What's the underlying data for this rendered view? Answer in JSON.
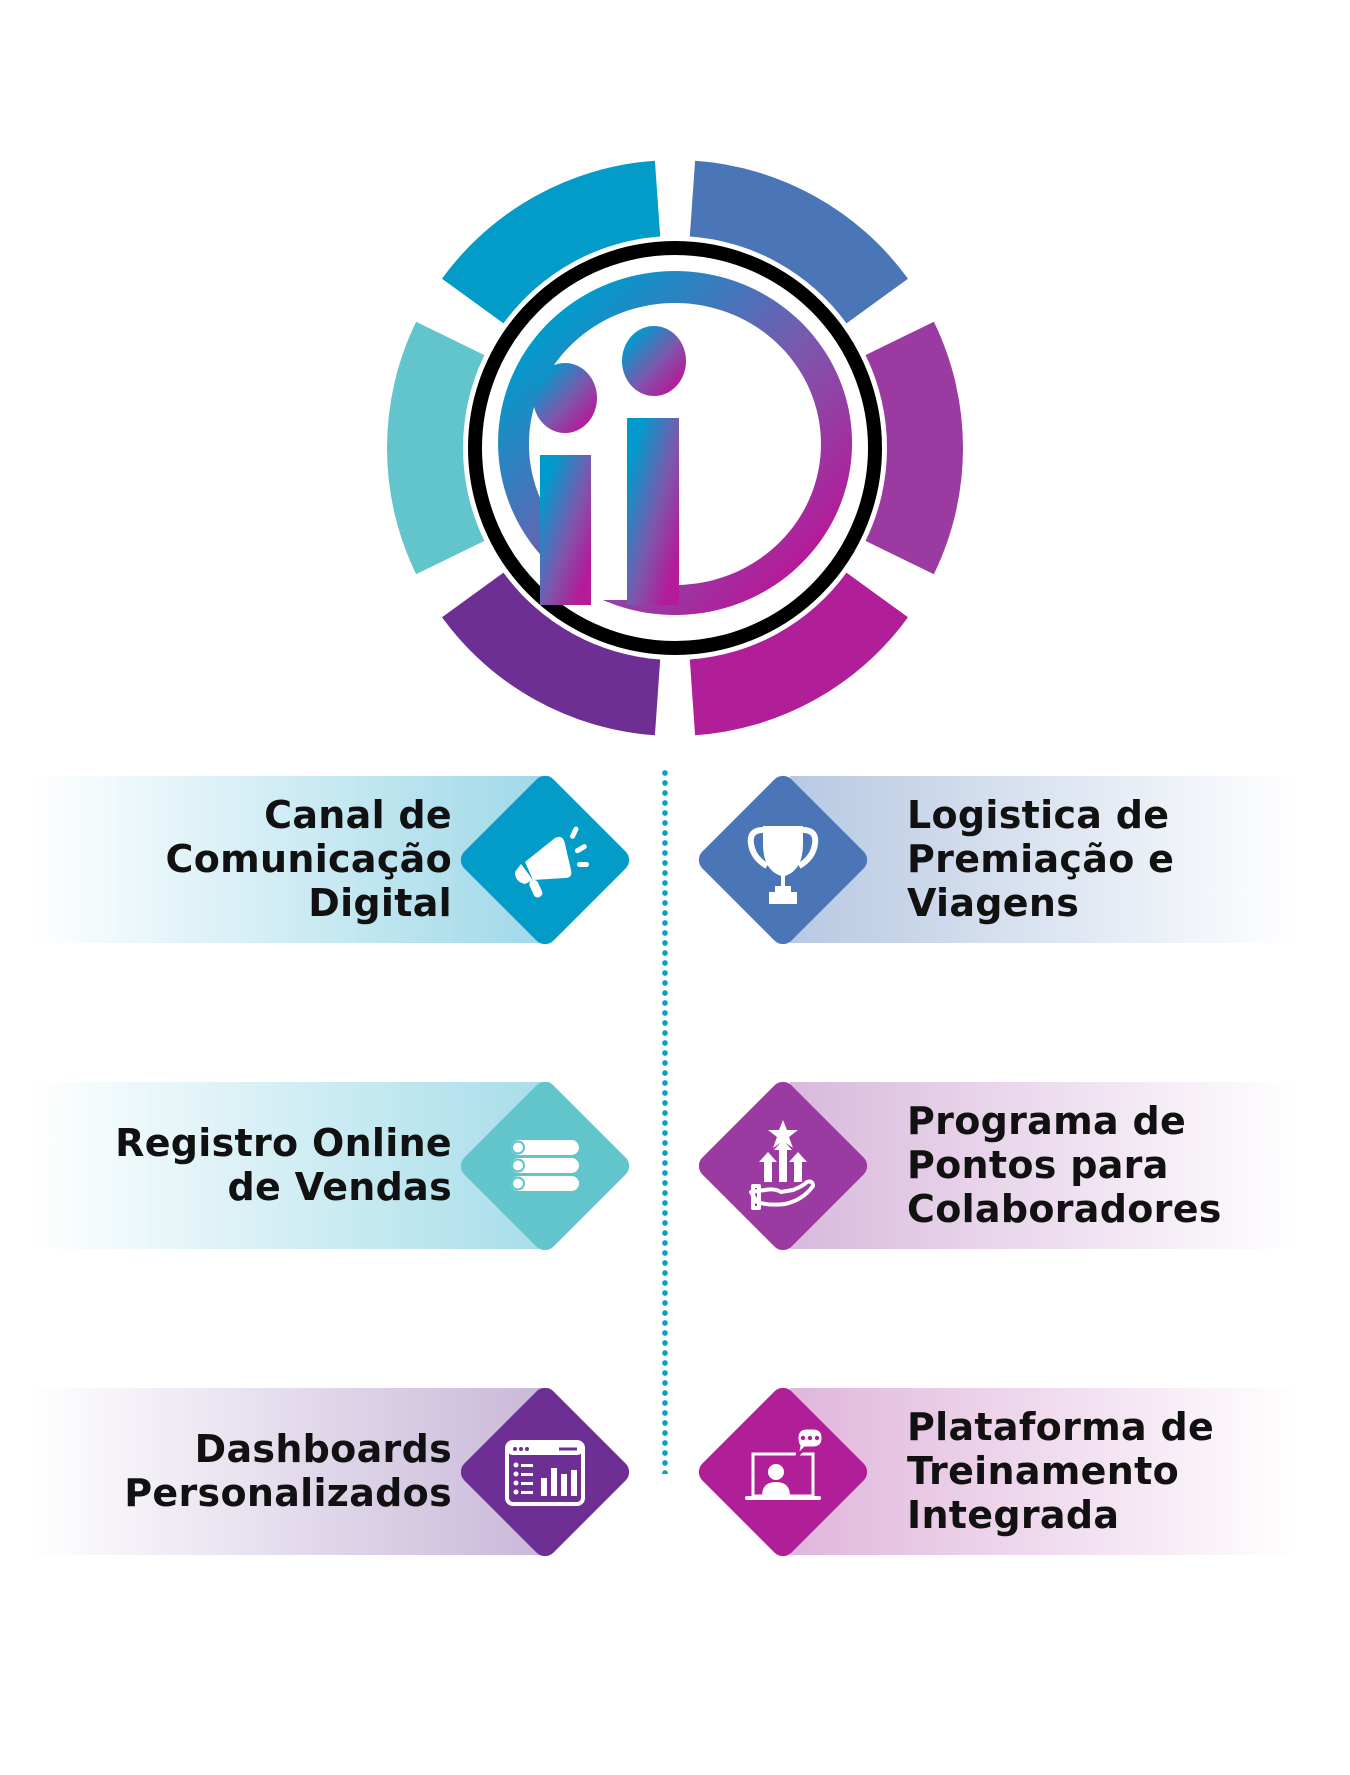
{
  "logo": {
    "name": "ii-logo",
    "segment_colors": [
      "#039cc8",
      "#4a76b8",
      "#9b3aa0",
      "#b01f98",
      "#6e2f94",
      "#62c5cb"
    ],
    "ring_color": "#000000",
    "gradient_start": "#009bcc",
    "gradient_end": "#b41b98"
  },
  "connector": {
    "color": "#0aa0c8"
  },
  "features": [
    {
      "id": "canal",
      "side": "left",
      "lines": [
        "Canal de",
        "Comunicação",
        "Digital"
      ],
      "icon": "megaphone-icon",
      "color": "#039cc8",
      "strip_tint": "#9fd8e8"
    },
    {
      "id": "logistica",
      "side": "right",
      "lines": [
        "Logistica de",
        "Premiação e",
        "Viagens"
      ],
      "icon": "trophy-icon",
      "color": "#4a76b8",
      "strip_tint": "#b8c9e2"
    },
    {
      "id": "registro",
      "side": "left",
      "lines": [
        "Registro Online",
        "de Vendas"
      ],
      "icon": "database-icon",
      "color": "#62c5cb",
      "strip_tint": "#a6dde9"
    },
    {
      "id": "pontos",
      "side": "right",
      "lines": [
        "Programa de",
        "Pontos para",
        "Colaboradores"
      ],
      "icon": "reward-points-icon",
      "color": "#9b3aa0",
      "strip_tint": "#d9b9dd"
    },
    {
      "id": "dashboards",
      "side": "left",
      "lines": [
        "Dashboards",
        "Personalizados"
      ],
      "icon": "dashboard-icon",
      "color": "#6e2f94",
      "strip_tint": "#c8b8d9"
    },
    {
      "id": "treinamento",
      "side": "right",
      "lines": [
        "Plataforma de",
        "Treinamento",
        "Integrada"
      ],
      "icon": "online-training-icon",
      "color": "#b01f98",
      "strip_tint": "#e0b6dc"
    }
  ]
}
